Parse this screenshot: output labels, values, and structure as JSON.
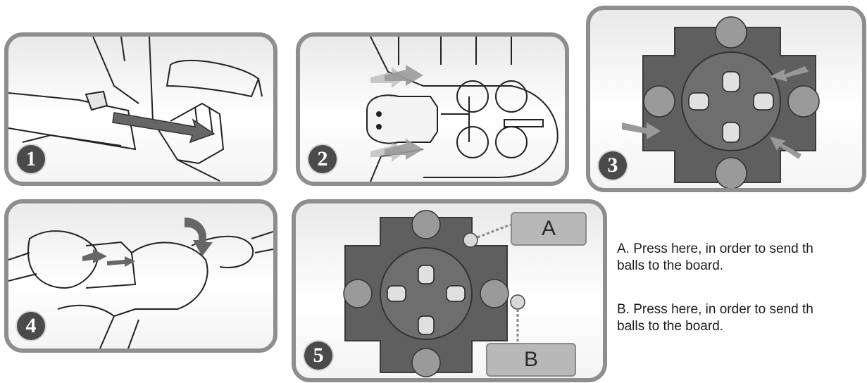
{
  "steps": [
    {
      "number": "1"
    },
    {
      "number": "2"
    },
    {
      "number": "3"
    },
    {
      "number": "4"
    },
    {
      "number": "5"
    }
  ],
  "callouts": {
    "a": "A",
    "b": "B"
  },
  "notes": {
    "a": "A. Press here, in order to send th\nballs to the board.",
    "b": "B. Press here, in order to send th\nballs to the board."
  },
  "colors": {
    "frame": "#8e8e8e",
    "board": "#5f5f5f",
    "badge": "#4a4a4a",
    "callout": "#b8b8b8"
  }
}
